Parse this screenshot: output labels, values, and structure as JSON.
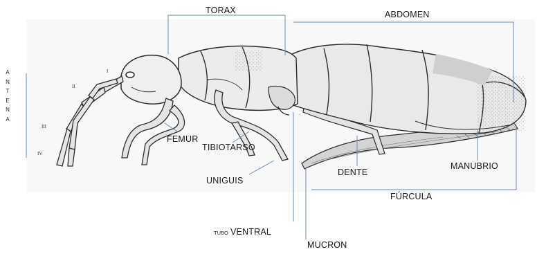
{
  "labels": {
    "torax": "TORAX",
    "abdomen": "ABDOMEN",
    "femur": "FEMUR",
    "tibiotarso": "TIBIOTARSO",
    "uniguis": "UNIGUIS",
    "dente": "DENTE",
    "manubrio": "MANUBRIO",
    "furcula": "FÚRCULA",
    "tubo_prefix": "TUBO",
    "tubo_ventral": "VENTRAL",
    "mucron": "MUCRON"
  },
  "antena": {
    "letters": [
      "A",
      "N",
      "T",
      "E",
      "N",
      "A"
    ],
    "segments": [
      "I",
      "II",
      "III",
      "IV"
    ]
  },
  "colors": {
    "leader_line": "#6a8caf",
    "ink": "#2a2a2a",
    "body_fill": "#e9e9e9",
    "shade": "#b8b8b8"
  }
}
